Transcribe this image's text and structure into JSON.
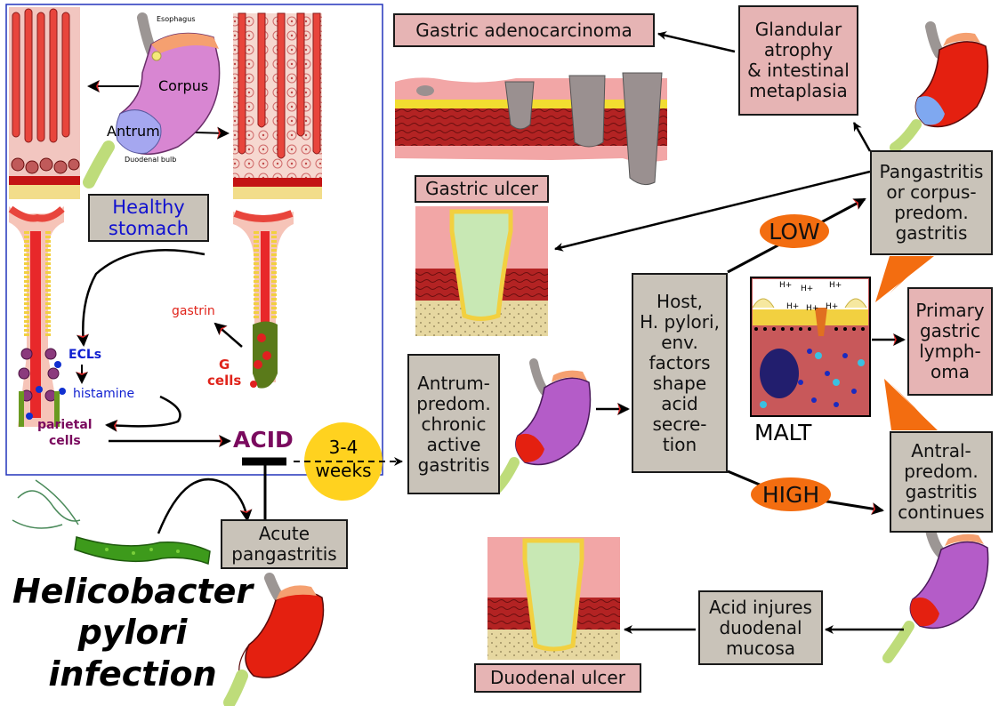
{
  "colors": {
    "border_blue": "#2233bb",
    "box_pink": "#e6b4b4",
    "box_gray": "#c9c3b9",
    "acid_purple": "#7a0a5e",
    "gastrin_red": "#e0241b",
    "ecl_blue": "#1020d0",
    "parietal_purple": "#7a0a5e",
    "pill_orange": "#f36d10",
    "weeks_yellow": "#ffd21f",
    "stomach_red": "#e42010",
    "stomach_purple": "#b45cc8",
    "stomach_blue": "#7fa8f0",
    "esophagus_gray": "#9c9694",
    "duodenum_green": "#bedc7a",
    "bacterium_green": "#3d9a1b"
  },
  "stomach_labels": {
    "esophagus": "Esophagus",
    "corpus": "Corpus",
    "antrum": "Antrum",
    "duodenal_bulb": "Duodenal bulb"
  },
  "healthy_stomach": "Healthy\nstomach",
  "physiology": {
    "gastrin": "gastrin",
    "g_cells": "G\ncells",
    "ecls": "ECLs",
    "histamine": "histamine",
    "parietal_cells": "parietal\ncells",
    "acid": "ACID"
  },
  "weeks": "3-4\nweeks",
  "acute_pangastritis": "Acute\npangastritis",
  "title": "Helicobacter\npylori\ninfection",
  "antrum_gastritis": "Antrum-\npredom.\nchronic\nactive\ngastritis",
  "host_factors": "Host,\nH. pylori,\nenv.\nfactors\nshape\nacid\nsecre-\ntion",
  "low": "LOW",
  "high": "HIGH",
  "gastric_adenocarcinoma": "Gastric adenocarcinoma",
  "glandular_atrophy": "Glandular\natrophy\n& intestinal\nmetaplasia",
  "gastric_ulcer": "Gastric ulcer",
  "pangastritis": "Pangastritis\nor corpus-\npredom.\ngastritis",
  "primary_lymphoma": "Primary\ngastric\nlymph-\noma",
  "malt": "MALT",
  "h_plus": "H+",
  "antral_continues": "Antral-\npredom.\ngastritis\ncontinues",
  "acid_injures": "Acid injures\nduodenal\nmucosa",
  "duodenal_ulcer": "Duodenal ulcer"
}
